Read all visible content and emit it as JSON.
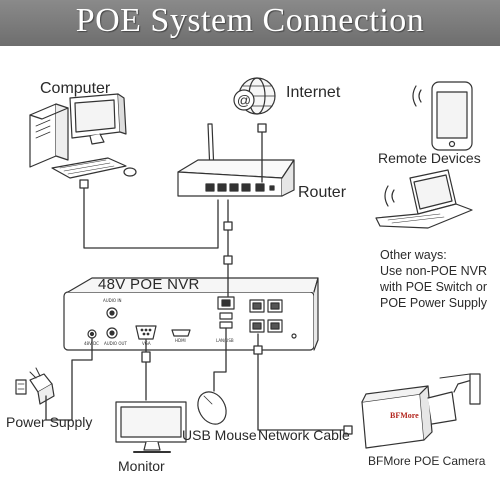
{
  "title": "POE System Connection",
  "labels": {
    "computer": "Computer",
    "internet": "Internet",
    "remote_devices": "Remote Devices",
    "router": "Router",
    "nvr": "48V POE NVR",
    "power_supply": "Power Supply",
    "monitor": "Monitor",
    "usb_mouse": "USB Mouse",
    "network_cable": "Network Cable",
    "camera": "BFMore POE Camera"
  },
  "other_ways": [
    "Other ways:",
    "Use non-POE NVR",
    "with POE Switch or",
    "POE Power Supply"
  ],
  "nvr_port_labels": {
    "audio_in": "AUDIO IN",
    "audio_out": "AUDIO OUT",
    "dc": "48V DC",
    "vga": "VGA",
    "hdmi": "HDMI",
    "lan_usb": "LAN/USB"
  },
  "camera_brand": "BFMore",
  "internet_glyph": "@"
}
